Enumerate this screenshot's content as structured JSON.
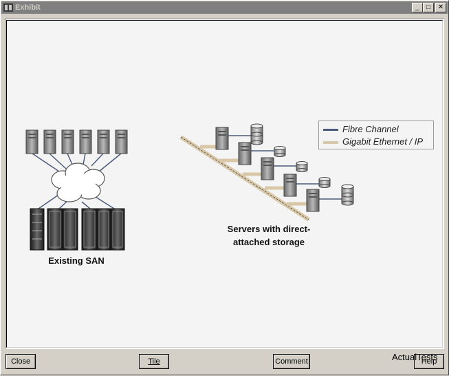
{
  "window": {
    "title": "Exhibit",
    "controls": {
      "minimize": "_",
      "maximize": "□",
      "close": "✕"
    }
  },
  "diagram": {
    "left_caption": "Existing SAN",
    "right_caption_line1": "Servers with direct-",
    "right_caption_line2": "attached storage",
    "legend": [
      {
        "label": "Fibre Channel",
        "color": "#4a5a7a"
      },
      {
        "label": "Gigabit Ethernet / IP",
        "color": "#d8c8a8"
      }
    ]
  },
  "buttons": {
    "close": "Close",
    "tile": "Tile",
    "comment": "Comment",
    "help": "Help"
  },
  "watermark": "ActualTests"
}
